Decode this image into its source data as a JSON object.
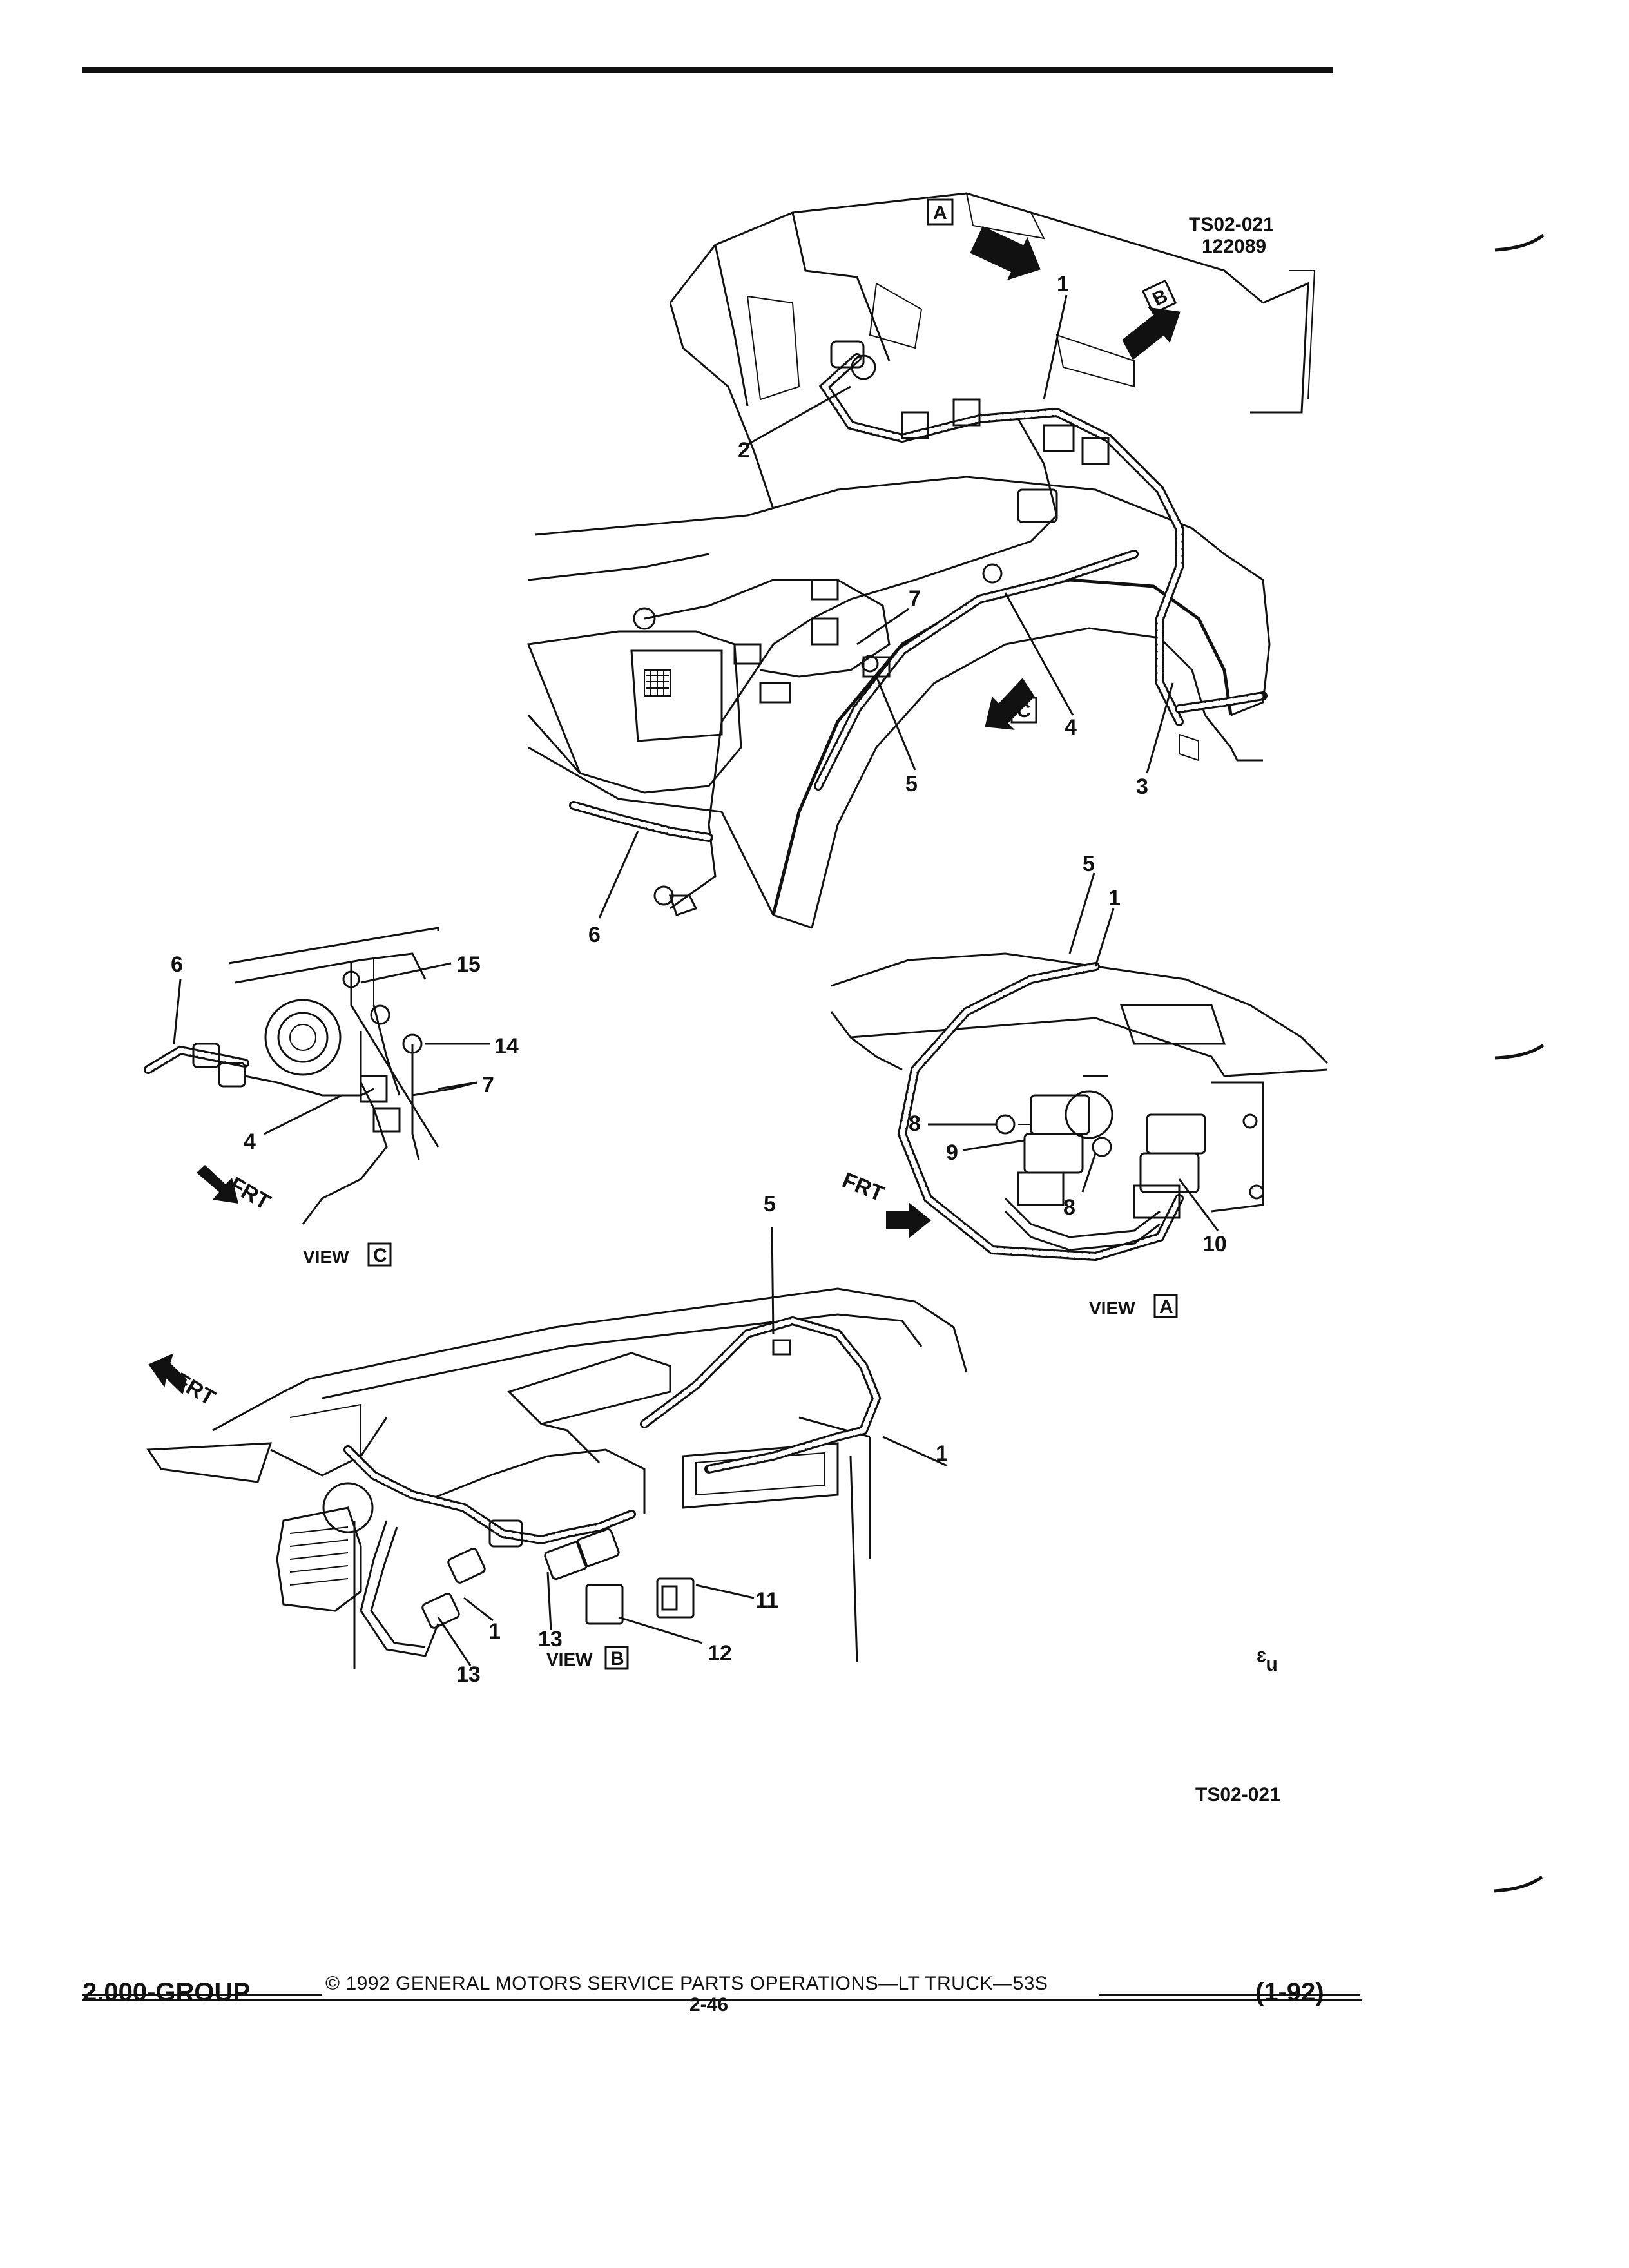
{
  "header": {
    "figure_code": "TS02-021",
    "figure_date": "122089"
  },
  "main_view": {
    "view_markers": [
      {
        "letter": "A"
      },
      {
        "letter": "B"
      },
      {
        "letter": "C"
      }
    ],
    "callouts": [
      "1",
      "2",
      "3",
      "4",
      "5",
      "6",
      "7"
    ]
  },
  "view_c": {
    "label": "VIEW",
    "letter": "C",
    "frt": "FRT",
    "callouts": [
      "6",
      "15",
      "14",
      "7",
      "4"
    ]
  },
  "view_a": {
    "label": "VIEW",
    "letter": "A",
    "frt": "FRT",
    "callouts": [
      "5",
      "1",
      "8",
      "9",
      "8",
      "10"
    ]
  },
  "view_b": {
    "label": "VIEW",
    "letter": "B",
    "frt": "FRT",
    "callouts": [
      "5",
      "1",
      "11",
      "12",
      "1",
      "13",
      "13"
    ]
  },
  "bottom_code": "TS02-021",
  "corner_mark": "ᵋᵤ",
  "footer": {
    "group": "2.000-GROUP",
    "copyright": "© 1992 GENERAL MOTORS SERVICE PARTS OPERATIONS—LT TRUCK—53S",
    "page": "2-46",
    "date_code": "(1-92)"
  }
}
